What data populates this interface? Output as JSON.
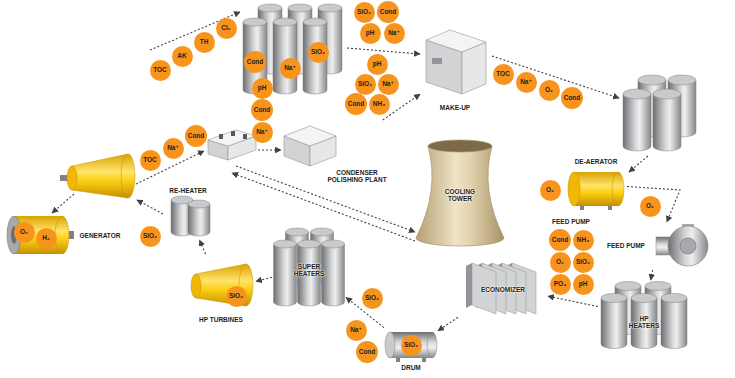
{
  "diagram": {
    "nodes": [
      {
        "text": [
          "TOC"
        ]
      },
      {
        "text": [
          "AK"
        ]
      },
      {
        "text": [
          "TH"
        ]
      },
      {
        "text": [
          "Cl₂"
        ]
      },
      {
        "text": [
          "Cond"
        ]
      },
      {
        "text": [
          "Na⁺"
        ]
      },
      {
        "text": [
          "SiO₂"
        ]
      },
      {
        "text": [
          "SiO₂"
        ]
      },
      {
        "text": [
          "Cond"
        ]
      },
      {
        "text": [
          "pH"
        ]
      },
      {
        "text": [
          "Na⁺"
        ]
      },
      {
        "text": [
          "MAKE-UP"
        ]
      },
      {
        "text": [
          "TOC"
        ]
      },
      {
        "text": [
          "Na⁺"
        ]
      },
      {
        "text": [
          "O₂"
        ]
      },
      {
        "text": [
          "Cond"
        ]
      },
      {
        "text": [
          "pH"
        ]
      },
      {
        "text": [
          "SiO₂"
        ]
      },
      {
        "text": [
          "Na⁺"
        ]
      },
      {
        "text": [
          "Cond"
        ]
      },
      {
        "text": [
          "NH₃"
        ]
      },
      {
        "text": [
          "pH"
        ]
      },
      {
        "text": [
          "Cond"
        ]
      },
      {
        "text": [
          "Na⁺"
        ]
      },
      {
        "text": [
          "CONDENSER POLISHING PLANT"
        ]
      },
      {
        "text": [
          "TOC"
        ]
      },
      {
        "text": [
          "Na⁺"
        ]
      },
      {
        "text": [
          "Cond"
        ]
      },
      {
        "text": [
          "COOLING TOWER"
        ]
      },
      {
        "text": [
          "DE-AERATOR"
        ]
      },
      {
        "text": [
          "O₂"
        ]
      },
      {
        "text": [
          "O₂"
        ]
      },
      {
        "text": [
          "FEED PUMP"
        ]
      },
      {
        "text": [
          "Cond"
        ]
      },
      {
        "text": [
          "NH₃"
        ]
      },
      {
        "text": [
          "O₂"
        ]
      },
      {
        "text": [
          "SiO₂"
        ]
      },
      {
        "text": [
          "PO₄"
        ]
      },
      {
        "text": [
          "pH"
        ]
      },
      {
        "text": [
          "ECONOMIZER"
        ]
      },
      {
        "text": [
          "HP HEATERS"
        ]
      },
      {
        "text": [
          "RE-HEATER"
        ]
      },
      {
        "text": [
          "SiO₂"
        ]
      },
      {
        "text": [
          "GENERATOR"
        ]
      },
      {
        "text": [
          "O₂"
        ],
        "in": 43
      },
      {
        "text": [
          "H₂"
        ],
        "in": 43
      },
      {
        "text": [
          "HP TURBINES"
        ]
      },
      {
        "text": [
          "SiO₂"
        ],
        "in": 46
      },
      {
        "text": [
          "SUPER HEATERS"
        ]
      },
      {
        "text": [
          "SiO₂"
        ]
      },
      {
        "text": [
          "Na⁺"
        ]
      },
      {
        "text": [
          "Cond"
        ]
      },
      {
        "text": [
          "DRUM"
        ]
      },
      {
        "text": [
          "SiO₂"
        ],
        "in": 52
      }
    ],
    "edges": [
      {
        "from": 29,
        "to": 32,
        "arrow": "to"
      },
      {
        "from": 32,
        "to": 40,
        "arrow": "to"
      },
      {
        "from": 40,
        "to": 39,
        "arrow": "to"
      },
      {
        "from": 39,
        "to": 52,
        "arrow": "to"
      },
      {
        "from": 52,
        "to": 48,
        "arrow": "to"
      },
      {
        "from": 48,
        "to": 46,
        "arrow": "to"
      },
      {
        "from": 46,
        "to": 41,
        "arrow": "to"
      },
      {
        "from": 24,
        "to": 11,
        "arrow": "to"
      }
    ],
    "labels": [
      "FEED PUMP"
    ]
  }
}
